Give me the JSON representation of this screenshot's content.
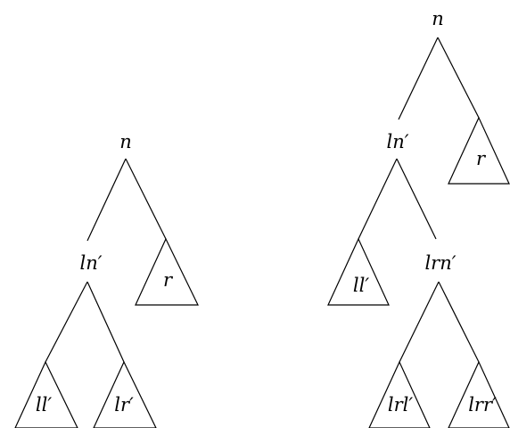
{
  "tree_left": {
    "root": "n",
    "inner": "ln′",
    "subtree_ll": "ll′",
    "subtree_lr": "lr′",
    "subtree_r": "r"
  },
  "tree_right": {
    "root": "n",
    "inner_l": "ln′",
    "inner_lr": "lrn′",
    "subtree_ll": "ll′",
    "subtree_lrl": "lrl′",
    "subtree_lrr": "lrr′",
    "subtree_r": "r"
  },
  "colors": {
    "stroke": "#000000",
    "background": "#ffffff"
  }
}
